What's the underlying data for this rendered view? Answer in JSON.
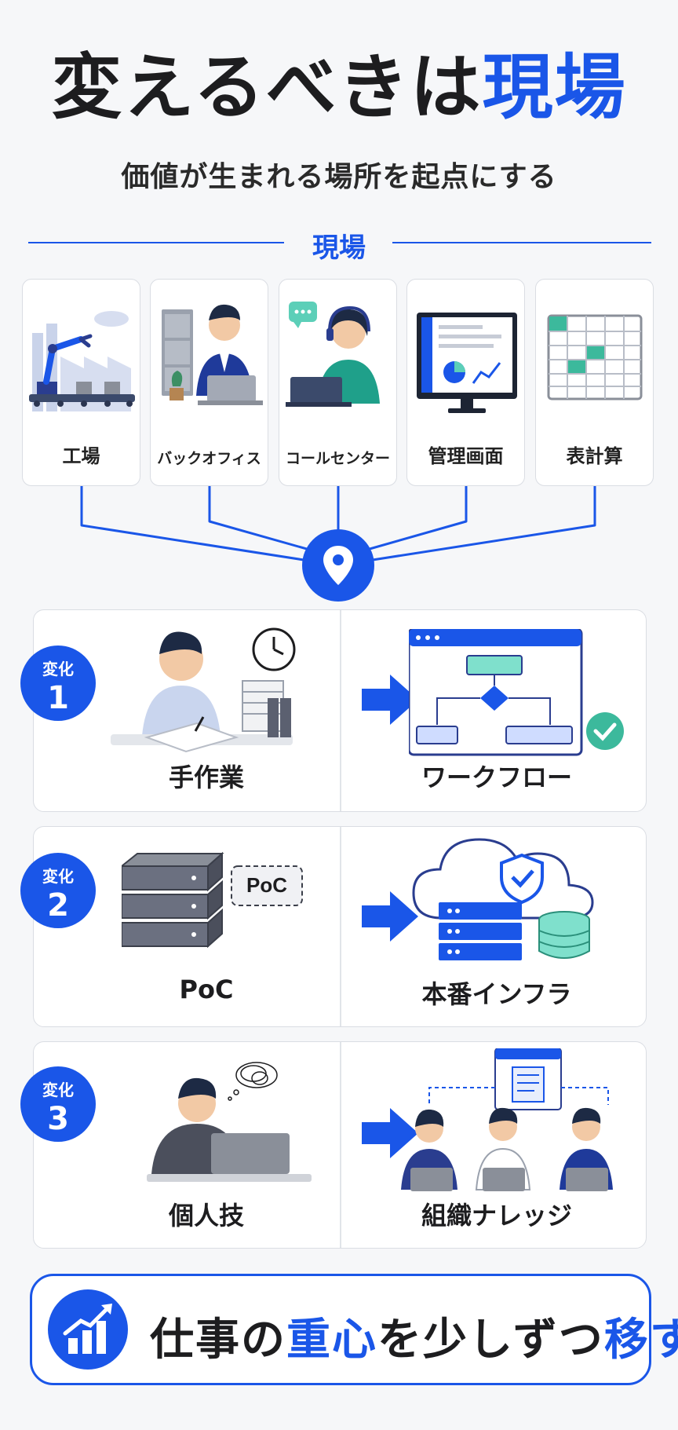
{
  "header": {
    "title_main": "変えるべきは",
    "title_accent": "現場",
    "subtitle": "価値が生まれる場所を起点にする"
  },
  "section": {
    "label": "現場"
  },
  "sites": [
    {
      "label": "工場",
      "icon": "factory-robot-arm-icon"
    },
    {
      "label": "バックオフィス",
      "icon": "office-worker-icon"
    },
    {
      "label": "コールセンター",
      "icon": "call-center-operator-icon"
    },
    {
      "label": "管理画面",
      "icon": "admin-dashboard-icon"
    },
    {
      "label": "表計算",
      "icon": "spreadsheet-icon"
    }
  ],
  "hub_icon": "location-pin-icon",
  "changes": [
    {
      "badge_label": "変化",
      "number": "1",
      "from": "手作業",
      "to": "ワークフロー",
      "from_icon": "manual-paperwork-icon",
      "to_icon": "workflow-diagram-icon"
    },
    {
      "badge_label": "変化",
      "number": "2",
      "from": "PoC",
      "to": "本番インフラ",
      "from_icon": "server-stack-icon",
      "to_icon": "cloud-infrastructure-icon",
      "from_tag": "PoC"
    },
    {
      "badge_label": "変化",
      "number": "3",
      "from": "個人技",
      "to": "組織ナレッジ",
      "from_icon": "individual-laptop-icon",
      "to_icon": "team-knowledge-icon"
    }
  ],
  "footer": {
    "part1": "仕事の",
    "accent1": "重心",
    "part2": "を少しずつ",
    "accent2": "移す",
    "icon": "growth-chart-icon"
  },
  "colors": {
    "accent": "#1a56e8",
    "teal": "#5ccfb8",
    "dark": "#1d1d1f"
  }
}
